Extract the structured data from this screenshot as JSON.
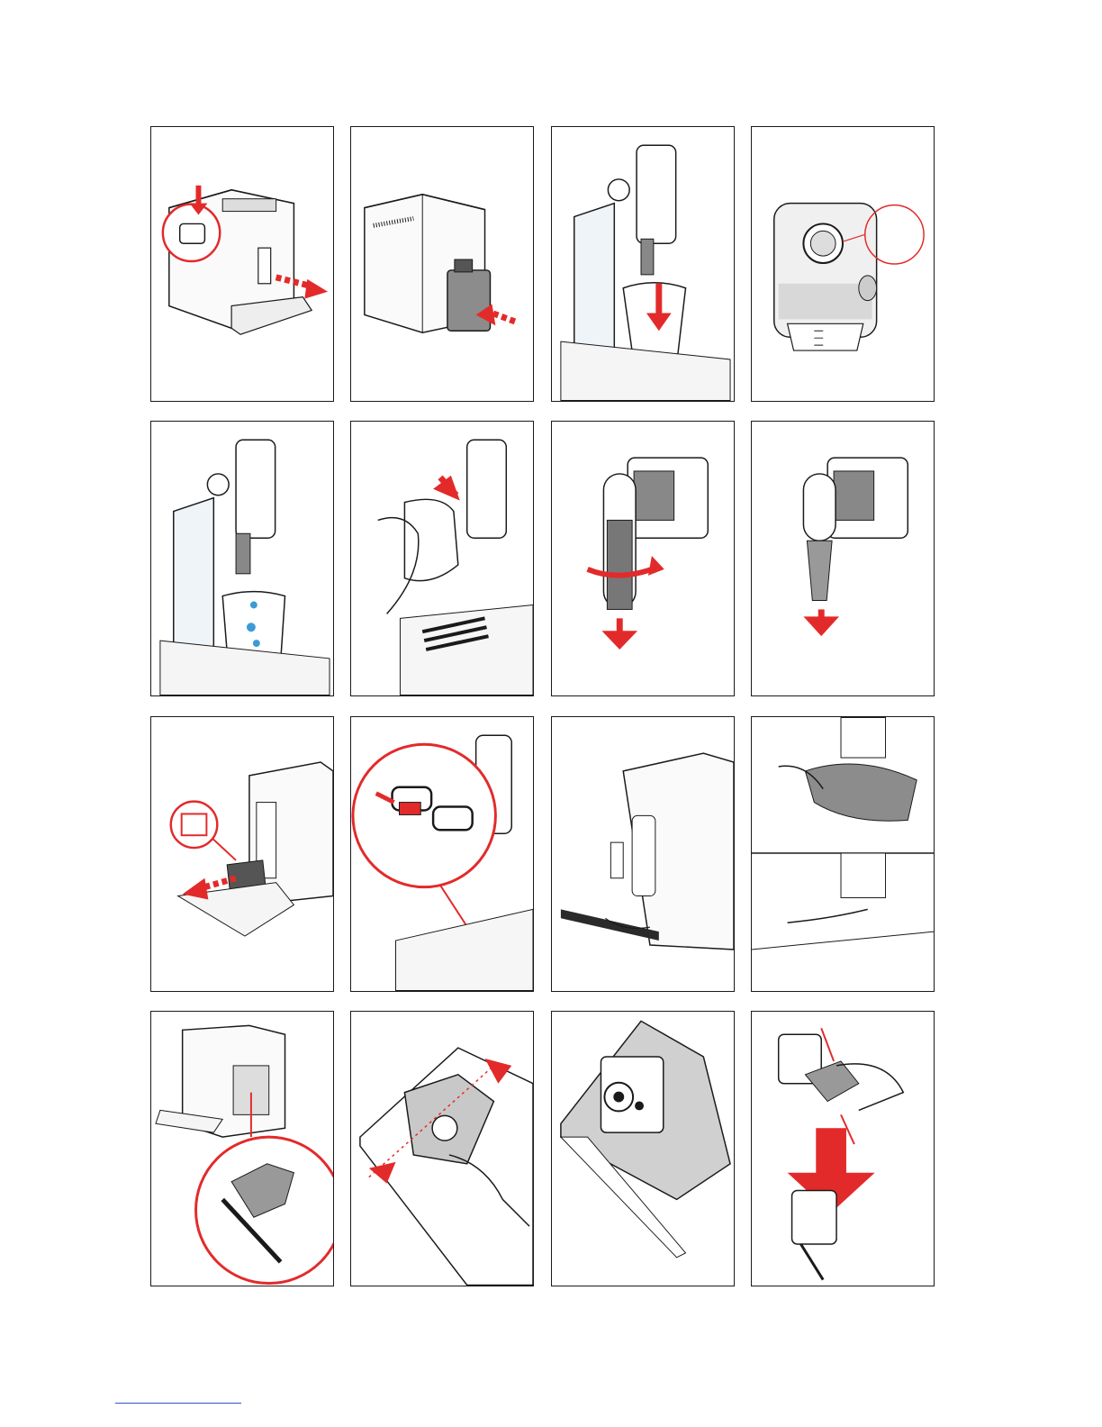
{
  "page": {
    "title": "",
    "panel_count": 16,
    "accent_color": "#e32a2a",
    "line_color": "#1a1a1a"
  },
  "panels": [
    {
      "id": 1,
      "icon": "milk-frother-remove-icon"
    },
    {
      "id": 2,
      "icon": "milk-container-insert-icon"
    },
    {
      "id": 3,
      "icon": "dispense-cup-icon"
    },
    {
      "id": 4,
      "icon": "milk-jug-dial-icon"
    },
    {
      "id": 5,
      "icon": "hot-water-cup-icon"
    },
    {
      "id": 6,
      "icon": "wipe-nozzle-icon"
    },
    {
      "id": 7,
      "icon": "unscrew-nozzle-icon"
    },
    {
      "id": 8,
      "icon": "remove-nozzle-tip-icon"
    },
    {
      "id": 9,
      "icon": "grounds-container-icon"
    },
    {
      "id": 10,
      "icon": "drip-tray-float-icon"
    },
    {
      "id": 11,
      "icon": "vacuum-interior-icon"
    },
    {
      "id": 12,
      "icon": "clean-spout-icon"
    },
    {
      "id": 13,
      "icon": "brewing-unit-door-icon"
    },
    {
      "id": 14,
      "icon": "brewing-unit-release-icon"
    },
    {
      "id": 15,
      "icon": "brewing-unit-seat-icon"
    },
    {
      "id": 16,
      "icon": "brewing-unit-squeeze-icon"
    }
  ]
}
